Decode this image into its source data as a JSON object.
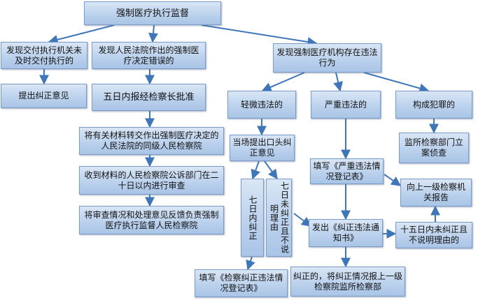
{
  "flowchart": {
    "root": "强制医疗执行监督",
    "branch1": {
      "condition": "发现交付执行机关未及时交付执行的",
      "action": "提出纠正意见"
    },
    "branch2": {
      "condition": "发现人民法院作出的强制医疗决定错误的",
      "step1": "五日内报经检察长批准",
      "step2": "将有关材料转交作出强制医疗决定的人民法院的同级人民检察院",
      "step3": "收到材料的人民检察院公诉部门在二十日以内进行审查",
      "step4": "将审查情况和处理意见反馈负责强制医疗执行监督人民检察院"
    },
    "branch3": {
      "condition": "发现强制医疗机构存在违法行为",
      "minor": {
        "label": "轻微违法的",
        "action": "当场提出口头纠正意见",
        "corrected": "七日内纠正",
        "not_corrected": "七日未纠正且不说明理由",
        "record": "填写《检察纠正违法情况登记表》"
      },
      "serious": {
        "label": "严重违法的",
        "record": "填写《严重违法情况登记表》",
        "report": "向上一级检察机关报告",
        "notice": "发出《纠正违法通知书》",
        "overdue": "十五日内未纠正且不说明理由的",
        "result": "纠正的，将纠正情况报上一级检察院监所检察部"
      },
      "crime": {
        "label": "构成犯罪的",
        "action": "监所检察部门立案侦查"
      }
    }
  }
}
